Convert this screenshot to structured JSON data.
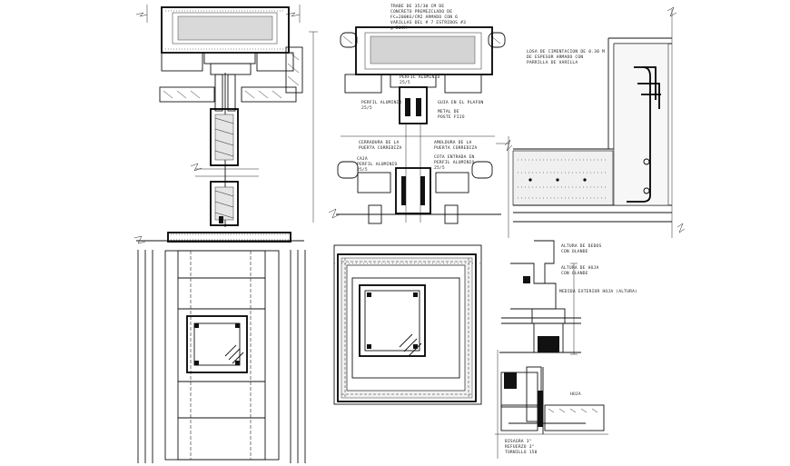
{
  "labels": {
    "trabe": [
      "TRABE DE 35/30 CM DE",
      "CONCRETO PREMEZCLADO DE",
      "FC=200KG/CM2 ARMADO CON 6",
      "VARILLAS DEL # 7 ESTRIBOS #3",
      "@ 20CM"
    ],
    "perfil_top": [
      "PERFIL ALUMINIO",
      "25/5"
    ],
    "perfil_left": [
      "PERFIL ALUMINIO",
      "25/5"
    ],
    "guia": [
      "GUIA EN EL PLAFON",
      "METAL DE",
      "POSTE FIJO"
    ],
    "cerradura": [
      "CERRADURA DE LA",
      "PUERTA CORREDIZA"
    ],
    "amoldura": [
      "AMOLDURA DE LA",
      "PUERTA CORREDIZA"
    ],
    "caja": [
      "CAJA",
      "PERFIL ALUMINIO",
      "25/5"
    ],
    "cota": [
      "COTA ENTRADA EN",
      "PERFIL ALUMINIO",
      "25/5"
    ],
    "losa": [
      "LOSA DE CIMENTACION DE 0.30 M",
      "DE ESPESOR ARMADO CON",
      "PARRILLA DE VARILLA"
    ],
    "altura_dedos": [
      "ALTURA DE DEDOS",
      "CON OLANDE"
    ],
    "altura_hoja": [
      "ALTURA DE HOJA",
      "CON OLANDE"
    ],
    "medida": [
      "MEDIDA EXTERIOR HOJA (ALTURA)"
    ],
    "hoja": [
      "HOJA"
    ],
    "bisagra": [
      "BISAGRA 3\"",
      "REFUERZO 3\"",
      "TORNILLO 150"
    ]
  }
}
